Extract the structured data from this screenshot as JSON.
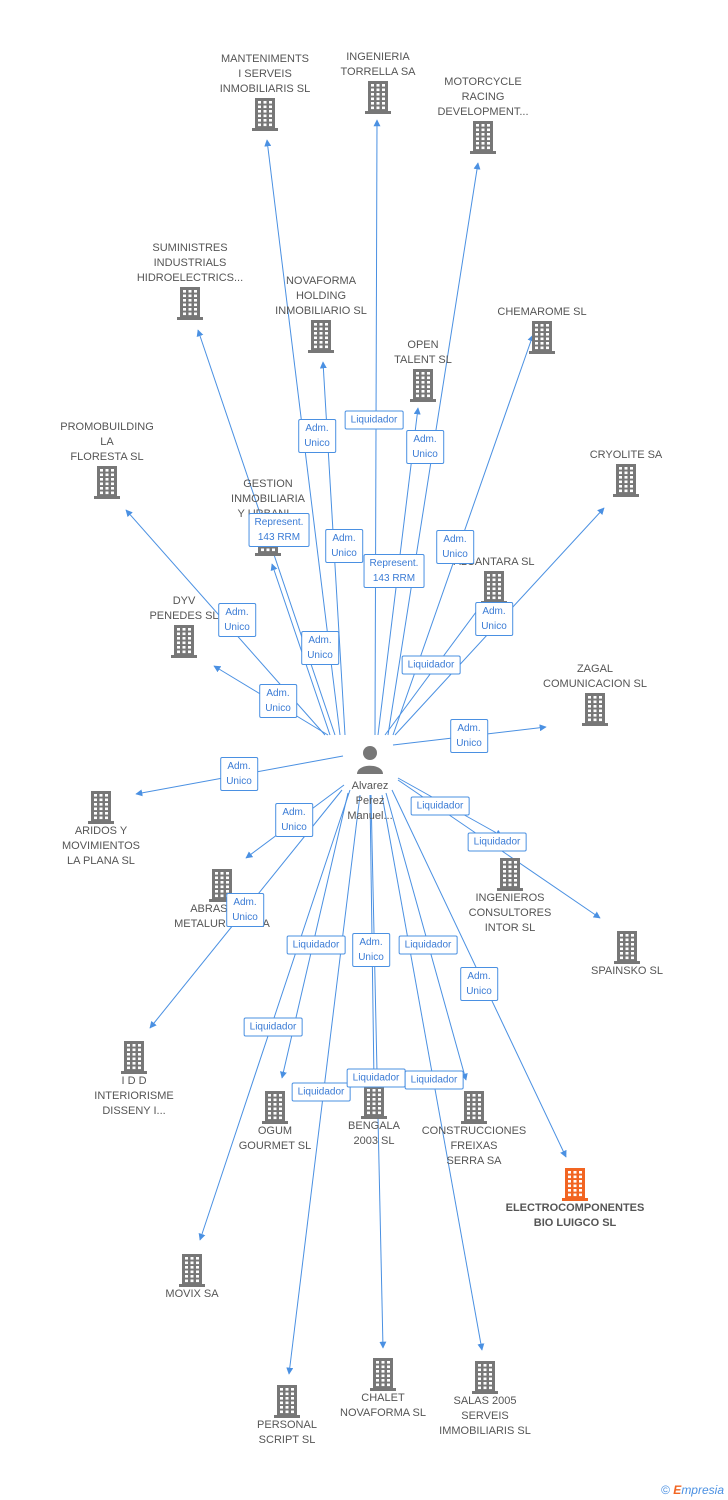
{
  "center": {
    "label": "Alvarez\nPerez\nManuel..."
  },
  "companies": [
    {
      "id": "manteniments",
      "label": "MANTENIMENTS\nI SERVEIS\nINMOBILIARIS SL",
      "highlight": false
    },
    {
      "id": "torrella",
      "label": "INGENIERIA\nTORRELLA SA",
      "highlight": false
    },
    {
      "id": "motorcycle",
      "label": "MOTORCYCLE\nRACING\nDEVELOPMENT...",
      "highlight": false
    },
    {
      "id": "suministres",
      "label": "SUMINISTRES\nINDUSTRIALS\nHIDROELECTRICS...",
      "highlight": false
    },
    {
      "id": "novaforma_holding",
      "label": "NOVAFORMA\nHOLDING\nINMOBILIARIO SL",
      "highlight": false
    },
    {
      "id": "chemarome",
      "label": "CHEMAROME SL",
      "highlight": false
    },
    {
      "id": "open_talent",
      "label": "OPEN\nTALENT SL",
      "highlight": false
    },
    {
      "id": "promobuilding",
      "label": "PROMOBUILDING\nLA\nFLORESTA SL",
      "highlight": false
    },
    {
      "id": "cryolite",
      "label": "CRYOLITE SA",
      "highlight": false
    },
    {
      "id": "gestion",
      "label": "GESTION\nINMOBILIARIA\nY URBANI...",
      "highlight": false
    },
    {
      "id": "alcantara",
      "label": "ALCANTARA SL",
      "highlight": false
    },
    {
      "id": "dyv",
      "label": "DYV\nPENEDES SL",
      "highlight": false
    },
    {
      "id": "zagal",
      "label": "ZAGAL\nCOMUNICACION SL",
      "highlight": false
    },
    {
      "id": "aridos",
      "label": "ARIDOS Y\nMOVIMIENTOS\nLA PLANA SL",
      "highlight": false
    },
    {
      "id": "ingenieros",
      "label": "INGENIEROS\nCONSULTORES\nINTOR SL",
      "highlight": false
    },
    {
      "id": "abrasivos",
      "label": "ABRASIVOS\nMETALURGICA SA",
      "highlight": false
    },
    {
      "id": "spainsko",
      "label": "SPAINSKO SL",
      "highlight": false
    },
    {
      "id": "idd",
      "label": "I D D\nINTERIORISME\nDISSENY I...",
      "highlight": false
    },
    {
      "id": "ogum",
      "label": "OGUM\nGOURMET SL",
      "highlight": false
    },
    {
      "id": "bengala",
      "label": "BENGALA\n2003 SL",
      "highlight": false
    },
    {
      "id": "construcciones",
      "label": "CONSTRUCCIONES\nFREIXAS\nSERRA SA",
      "highlight": false
    },
    {
      "id": "electro",
      "label": "ELECTROCOMPONENTES\nBIO LUIGCO SL",
      "highlight": true
    },
    {
      "id": "movix",
      "label": "MOVIX SA",
      "highlight": false
    },
    {
      "id": "personal",
      "label": "PERSONAL\nSCRIPT SL",
      "highlight": false
    },
    {
      "id": "chalet",
      "label": "CHALET\nNOVAFORMA SL",
      "highlight": false
    },
    {
      "id": "salas",
      "label": "SALAS 2005\nSERVEIS\nIMMOBILIARIS SL",
      "highlight": false
    }
  ],
  "relations": [
    {
      "target": "manteniments",
      "role": "Adm.\nUnico"
    },
    {
      "target": "torrella",
      "role": "Liquidador"
    },
    {
      "target": "motorcycle",
      "role": "Adm.\nUnico"
    },
    {
      "target": "suministres",
      "role": "Represent.\n143 RRM"
    },
    {
      "target": "novaforma_holding",
      "role": "Adm.\nUnico"
    },
    {
      "target": "chemarome",
      "role": "Adm.\nUnico"
    },
    {
      "target": "open_talent",
      "role": "Represent.\n143 RRM"
    },
    {
      "target": "promobuilding",
      "role": "Adm.\nUnico"
    },
    {
      "target": "cryolite",
      "role": "Adm.\nUnico"
    },
    {
      "target": "gestion",
      "role": "Adm.\nUnico"
    },
    {
      "target": "alcantara",
      "role": "Liquidador"
    },
    {
      "target": "dyv",
      "role": "Adm.\nUnico"
    },
    {
      "target": "zagal",
      "role": "Adm.\nUnico"
    },
    {
      "target": "aridos",
      "role": "Adm.\nUnico"
    },
    {
      "target": "ingenieros",
      "role": "Liquidador"
    },
    {
      "target": "abrasivos",
      "role": "Adm.\nUnico"
    },
    {
      "target": "spainsko",
      "role": "Liquidador"
    },
    {
      "target": "idd",
      "role": "Adm.\nUnico"
    },
    {
      "target": "ogum",
      "role": "Liquidador"
    },
    {
      "target": "bengala",
      "role": "Adm.\nUnico"
    },
    {
      "target": "construcciones",
      "role": "Liquidador"
    },
    {
      "target": "electro",
      "role": "Adm.\nUnico"
    },
    {
      "target": "movix",
      "role": "Liquidador"
    },
    {
      "target": "personal",
      "role": "Liquidador"
    },
    {
      "target": "chalet",
      "role": "Liquidador"
    },
    {
      "target": "salas",
      "role": "Liquidador"
    }
  ],
  "colors": {
    "edge": "#4a90e2",
    "building": "#777777",
    "highlight": "#f26522",
    "badge_text": "#3a7bd5"
  },
  "footer": {
    "copyright": "©",
    "brand_first": "E",
    "brand_rest": "mpresia"
  }
}
